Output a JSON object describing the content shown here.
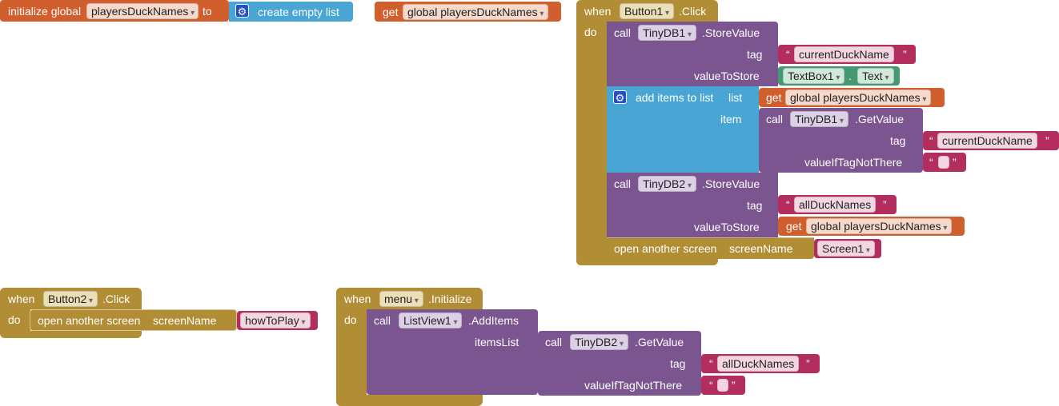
{
  "colors": {
    "event": "#B18E35",
    "procedure": "#7B558F",
    "variable": "#D05F2D",
    "list": "#49A6D4",
    "text": "#B32D5E",
    "component": "#439970",
    "control": "#B18E35"
  },
  "init_global": {
    "keyword": "initialize global",
    "var_name": "playersDuckNames",
    "to": "to",
    "create_empty_list": "create empty list"
  },
  "loose_get": {
    "get": "get",
    "var": "global playersDuckNames"
  },
  "button1_click": {
    "when": "when",
    "component": "Button1",
    "event": ".Click",
    "do": "do",
    "store1": {
      "call": "call",
      "component": "TinyDB1",
      "method": ".StoreValue",
      "tag_label": "tag",
      "tag_value": "currentDuckName",
      "value_label": "valueToStore",
      "textbox": "TextBox1",
      "dot": ".",
      "prop": "Text"
    },
    "add_items": {
      "label": "add items to list",
      "list_label": "list",
      "get": "get",
      "list_var": "global playersDuckNames",
      "item_label": "item",
      "call": "call",
      "component": "TinyDB1",
      "method": ".GetValue",
      "tag_label": "tag",
      "tag_value": "currentDuckName",
      "default_label": "valueIfTagNotThere"
    },
    "store2": {
      "call": "call",
      "component": "TinyDB2",
      "method": ".StoreValue",
      "tag_label": "tag",
      "tag_value": "allDuckNames",
      "value_label": "valueToStore",
      "get": "get",
      "var": "global playersDuckNames"
    },
    "open_screen": {
      "label": "open another screen",
      "screen_label": "screenName",
      "screen": "Screen1"
    }
  },
  "button2_click": {
    "when": "when",
    "component": "Button2",
    "event": ".Click",
    "do": "do",
    "open_label": "open another screen",
    "screen_label": "screenName",
    "screen": "howToPlay"
  },
  "menu_init": {
    "when": "when",
    "component": "menu",
    "event": ".Initialize",
    "do": "do",
    "call": "call",
    "listview": "ListView1",
    "method": ".AddItems",
    "items_label": "itemsList",
    "get_call": "call",
    "db": "TinyDB2",
    "get_method": ".GetValue",
    "tag_label": "tag",
    "tag_value": "allDuckNames",
    "default_label": "valueIfTagNotThere"
  },
  "quote_open": "“",
  "quote_close": "”"
}
